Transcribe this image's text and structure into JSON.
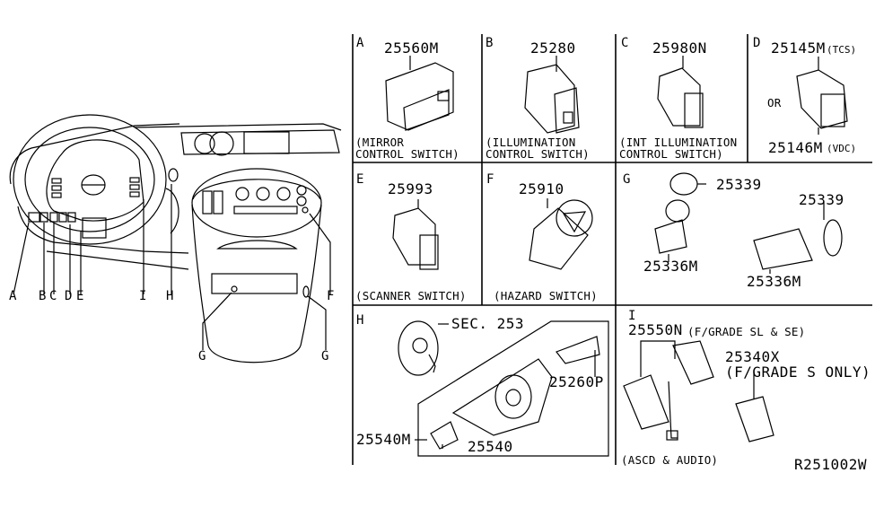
{
  "diagram": {
    "ref_code": "R251002W",
    "overview": {
      "callouts": [
        {
          "id": "A",
          "label": "A"
        },
        {
          "id": "B",
          "label": "B"
        },
        {
          "id": "C",
          "label": "C"
        },
        {
          "id": "D",
          "label": "D"
        },
        {
          "id": "E",
          "label": "E"
        },
        {
          "id": "I",
          "label": "I"
        },
        {
          "id": "H",
          "label": "H"
        },
        {
          "id": "F",
          "label": "F"
        },
        {
          "id": "G1",
          "label": "G"
        },
        {
          "id": "G2",
          "label": "G"
        }
      ]
    },
    "panels": [
      {
        "letter": "A",
        "parts": [
          "25560M"
        ],
        "caption": [
          "(MIRROR",
          "CONTROL SWITCH)"
        ]
      },
      {
        "letter": "B",
        "parts": [
          "25280"
        ],
        "caption": [
          "(ILLUMINATION",
          "CONTROL SWITCH)"
        ]
      },
      {
        "letter": "C",
        "parts": [
          "25980N"
        ],
        "caption": [
          "(INT ILLUMINATION",
          "CONTROL SWITCH)"
        ]
      },
      {
        "letter": "D",
        "parts": [
          "25145M",
          "25146M"
        ],
        "part_notes": [
          "(TCS)",
          "(VDC)"
        ],
        "or_label": "OR",
        "caption": []
      },
      {
        "letter": "E",
        "parts": [
          "25993"
        ],
        "caption": [
          "(SCANNER SWITCH)"
        ]
      },
      {
        "letter": "F",
        "parts": [
          "25910"
        ],
        "caption": [
          "(HAZARD SWITCH)"
        ]
      },
      {
        "letter": "G",
        "parts": [
          "25339",
          "25336M",
          "25339",
          "25336M"
        ],
        "caption": []
      },
      {
        "letter": "H",
        "parts": [
          "SEC. 253",
          "25260P",
          "25540M",
          "25540"
        ],
        "caption": []
      },
      {
        "letter": "I",
        "parts": [
          "25550N",
          "25340X"
        ],
        "part_notes": [
          "(F/GRADE SL & SE)",
          "(F/GRADE S ONLY)"
        ],
        "caption": [
          "(ASCD & AUDIO)"
        ]
      }
    ]
  }
}
